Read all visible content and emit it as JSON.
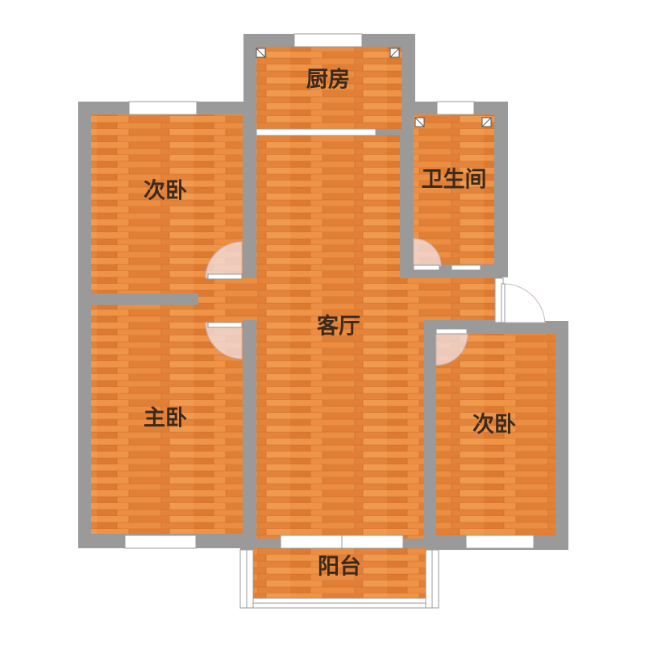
{
  "rooms": {
    "kitchen": "厨房",
    "bedroom_nw": "次卧",
    "bathroom": "卫生间",
    "living": "客厅",
    "master": "主卧",
    "bedroom_e": "次卧",
    "balcony": "阳台"
  },
  "colors": {
    "wall": "#9a9a9a",
    "floor": "#e88a3e",
    "floor_dark": "#d4722c",
    "floor_light": "#f09a50",
    "door_swing": "#f2e2e6",
    "window": "#ffffff"
  }
}
